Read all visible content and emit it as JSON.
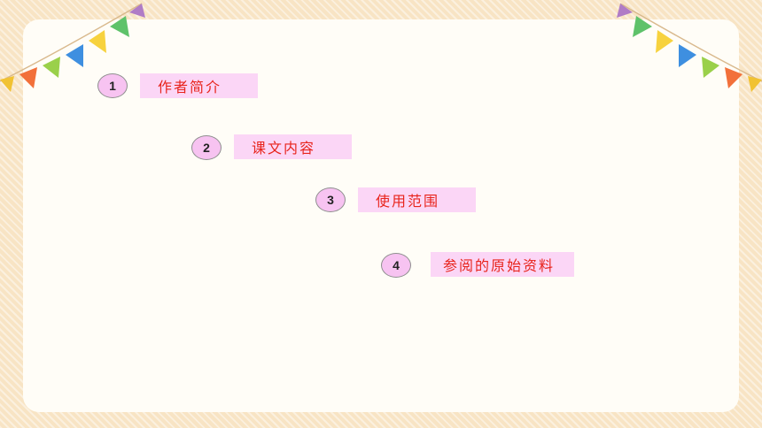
{
  "items": [
    {
      "number": "1",
      "label": "作者简介"
    },
    {
      "number": "2",
      "label": "课文内容"
    },
    {
      "number": "3",
      "label": "使用范围"
    },
    {
      "number": "4",
      "label": "参阅的原始资料"
    }
  ],
  "colors": {
    "background": "#f8e4c4",
    "card": "#fffdf7",
    "badge": "#f7c3f1",
    "label_bg": "#fbd6f6",
    "label_text": "#e8241c"
  }
}
